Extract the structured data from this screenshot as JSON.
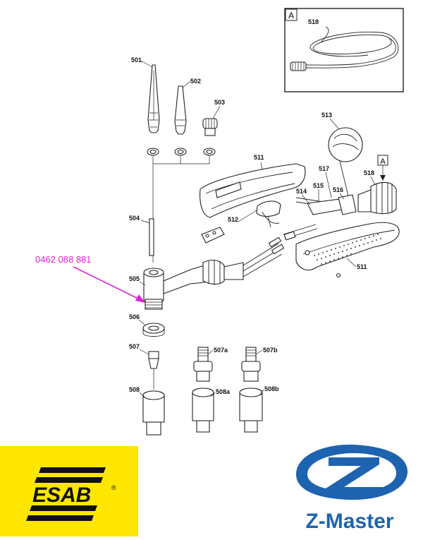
{
  "diagram": {
    "inset_marker": "A",
    "callout_marker": "A",
    "labels": {
      "p518_inset": "518",
      "p501": "501",
      "p502": "502",
      "p503": "503",
      "p504": "504",
      "p505": "505",
      "p506": "506",
      "p507": "507",
      "p507a": "507a",
      "p507b": "507b",
      "p508": "508",
      "p508a": "508a",
      "p508b": "508b",
      "p511_top": "511",
      "p511_bottom": "511",
      "p512": "512",
      "p513": "513",
      "p514": "514",
      "p515": "515",
      "p516": "516",
      "p517": "517",
      "p518": "518"
    },
    "part_number": "0462 088 881",
    "part_number_color": "#e020d8"
  },
  "logos": {
    "esab": {
      "text": "ESAB",
      "mark": "®",
      "background": "#ffe600"
    },
    "zmaster": {
      "text": "Z-Master",
      "color": "#1d63b0"
    }
  }
}
